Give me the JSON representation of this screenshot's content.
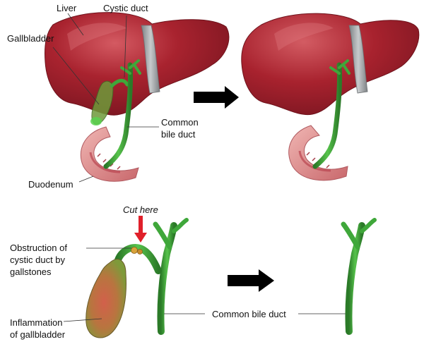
{
  "labels": {
    "liver": "Liver",
    "cystic_duct": "Cystic duct",
    "gallbladder": "Gallbladder",
    "common_bile_duct_line1": "Common",
    "common_bile_duct_line2": "bile duct",
    "duodenum": "Duodenum",
    "cut_here": "Cut here",
    "obstruction_line1": "Obstruction of",
    "obstruction_line2": "cystic duct by",
    "obstruction_line3": "gallstones",
    "inflammation_line1": "Inflammation",
    "inflammation_line2": "of gallbladder",
    "common_bile_duct_bottom": "Common bile duct"
  },
  "colors": {
    "liver": "#a3202c",
    "liver_dark": "#7e1520",
    "liver_highlight": "#d0545c",
    "duct": "#3fa73a",
    "duct_dark": "#2b7a28",
    "ligament": "#9fa3a6",
    "duodenum": "#e39a9a",
    "duodenum_inner": "#b94550",
    "gallbladder_inflamed": "#c8553f",
    "arrow_black": "#000000",
    "cut_arrow": "#e0202a",
    "gallstone": "#d9a23a"
  }
}
